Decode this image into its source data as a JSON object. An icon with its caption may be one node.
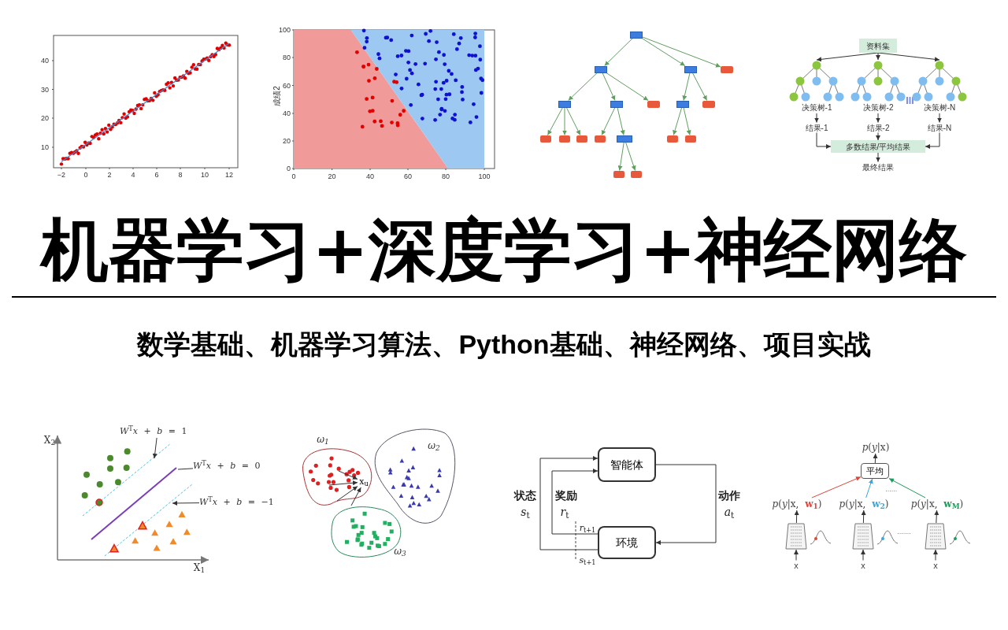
{
  "diagram": {
    "title": "机器学习+深度学习+神经网络",
    "nodes": [
      {
        "text": [],
        "shape": "box"
      },
      {
        "text": [],
        "shape": "box"
      },
      {
        "text": [],
        "shape": "box"
      },
      {
        "text": [],
        "shape": "box"
      },
      {
        "text": [],
        "shape": "box"
      },
      {
        "text": [],
        "shape": "box"
      },
      {
        "text": [],
        "shape": "box"
      },
      {
        "text": [],
        "shape": "box"
      },
      {
        "text": [],
        "shape": "box"
      },
      {
        "text": [],
        "shape": "box"
      },
      {
        "text": [],
        "shape": "box"
      },
      {
        "text": [],
        "shape": "box"
      },
      {
        "text": [],
        "shape": "box"
      },
      {
        "text": [],
        "shape": "box"
      },
      {
        "text": [],
        "shape": "box"
      },
      {
        "text": [],
        "shape": "box"
      },
      {
        "text": [],
        "shape": "box"
      },
      {
        "text": [],
        "shape": "box"
      },
      {
        "text": [
          "资料集"
        ]
      },
      {
        "text": [],
        "shape": "picture",
        "beside": [
          "决策树-1"
        ]
      },
      {
        "text": [],
        "shape": "picture",
        "beside": [
          "决策树-2"
        ]
      },
      {
        "text": [],
        "shape": "picture",
        "beside": [
          "决策树-N"
        ]
      },
      {
        "text": [
          "结果-1"
        ]
      },
      {
        "text": [
          "结果-2"
        ]
      },
      {
        "text": [
          "结果-N"
        ]
      },
      {
        "text": [
          "多数结果/平均结果"
        ]
      },
      {
        "text": [
          "最终结果"
        ]
      },
      {
        "text": [
          "*W*$^{T}$*x* + *b* = 1"
        ]
      },
      {
        "text": [
          "*W*$^{T}$*x* + *b* = 0"
        ]
      },
      {
        "text": [
          "*W*$^{T}$*x* + *b* = −1"
        ]
      },
      {
        "text": [
          "x$_{u}$"
        ]
      },
      {
        "text": [
          "智能体"
        ]
      },
      {
        "text": [
          "环境"
        ]
      },
      {
        "text": [
          "*p*(*y*|x)"
        ]
      },
      {
        "text": [
          "平均"
        ]
      },
      {
        "text": [
          "*p*(*y*|x, **w$_{1}$**)"
        ]
      },
      {
        "text": [
          "*p*(*y*|x, **w$_{2}$**)"
        ]
      },
      {
        "text": [
          "*p*(*y*|x, **w$_{M}$**)"
        ]
      },
      {
        "text": [],
        "shape": "picture"
      },
      {
        "text": [],
        "shape": "picture"
      },
      {
        "text": [],
        "shape": "picture"
      },
      {
        "text": [
          "x"
        ]
      },
      {
        "text": [
          "x"
        ]
      },
      {
        "text": [
          "x"
        ]
      }
    ],
    "edges": [
      {
        "from": 0,
        "to": 1,
        "arrow": "to",
        "color": "#5f9e5f"
      },
      {
        "from": 0,
        "to": 2,
        "arrow": "to",
        "color": "#5f9e5f"
      },
      {
        "from": 0,
        "to": 3,
        "arrow": "to",
        "color": "#5f9e5f"
      },
      {
        "from": 1,
        "to": 4,
        "arrow": "to",
        "color": "#5f9e5f"
      },
      {
        "from": 1,
        "to": 5,
        "arrow": "to",
        "color": "#5f9e5f"
      },
      {
        "from": 1,
        "to": 6,
        "arrow": "to",
        "color": "#5f9e5f"
      },
      {
        "from": 2,
        "to": 7,
        "arrow": "to",
        "color": "#5f9e5f"
      },
      {
        "from": 2,
        "to": 8,
        "arrow": "to",
        "color": "#5f9e5f"
      },
      {
        "from": 4,
        "to": 9,
        "arrow": "to",
        "color": "#5f9e5f"
      },
      {
        "from": 4,
        "to": 10,
        "arrow": "to",
        "color": "#5f9e5f"
      },
      {
        "from": 4,
        "to": 11,
        "arrow": "to",
        "color": "#5f9e5f"
      },
      {
        "from": 5,
        "to": 12,
        "arrow": "to",
        "color": "#5f9e5f"
      },
      {
        "from": 5,
        "to": 13,
        "arrow": "to",
        "color": "#5f9e5f"
      },
      {
        "from": 13,
        "to": 14,
        "arrow": "to",
        "color": "#5f9e5f"
      },
      {
        "from": 13,
        "to": 15,
        "arrow": "to",
        "color": "#5f9e5f"
      },
      {
        "from": 7,
        "to": 16,
        "arrow": "to",
        "color": "#5f9e5f"
      },
      {
        "from": 7,
        "to": 17,
        "arrow": "to",
        "color": "#5f9e5f"
      },
      {
        "from": 18,
        "to": 19,
        "arrow": "to"
      },
      {
        "from": 18,
        "to": 20,
        "arrow": "to"
      },
      {
        "from": 18,
        "to": 21,
        "arrow": "to"
      },
      {
        "from": 19,
        "to": 22,
        "arrow": "to"
      },
      {
        "from": 20,
        "to": 23,
        "arrow": "to"
      },
      {
        "from": 21,
        "to": 24,
        "arrow": "to"
      },
      {
        "from": 22,
        "to": 25,
        "arrow": "to"
      },
      {
        "from": 23,
        "to": 25,
        "arrow": "to"
      },
      {
        "from": 24,
        "to": 25,
        "arrow": "to"
      },
      {
        "from": 25,
        "to": 26,
        "arrow": "to"
      },
      {
        "from": 27,
        "to": null,
        "arrow": "to"
      },
      {
        "from": 28,
        "to": null,
        "arrow": "none"
      },
      {
        "from": 29,
        "to": null,
        "arrow": "to"
      },
      {
        "from": null,
        "to": 30,
        "arrow": "to"
      },
      {
        "from": null,
        "to": 30,
        "arrow": "to"
      },
      {
        "from": null,
        "to": 30,
        "arrow": "to"
      },
      {
        "from": null,
        "to": 30,
        "arrow": "to"
      },
      {
        "from": 31,
        "to": 32,
        "arrow": "to"
      },
      {
        "from": 32,
        "to": 31,
        "arrow": "to"
      },
      {
        "from": 32,
        "to": 31,
        "arrow": "to"
      },
      {
        "from": 34,
        "to": 33,
        "arrow": "to"
      },
      {
        "from": 35,
        "to": 34,
        "arrow": "to",
        "color": "#e0453a"
      },
      {
        "from": 36,
        "to": 34,
        "arrow": "to",
        "color": "#35a8e0"
      },
      {
        "from": 37,
        "to": 34,
        "arrow": "to",
        "color": "#1f9a5a"
      },
      {
        "from": 38,
        "to": 35,
        "arrow": "to"
      },
      {
        "from": 39,
        "to": 36,
        "arrow": "to"
      },
      {
        "from": 40,
        "to": 37,
        "arrow": "to"
      },
      {
        "from": 41,
        "to": 38,
        "arrow": "to"
      },
      {
        "from": 42,
        "to": 39,
        "arrow": "to"
      },
      {
        "from": 43,
        "to": 40,
        "arrow": "to"
      }
    ],
    "labels": [
      "40",
      "30",
      "20",
      "10",
      "−2",
      "0",
      "2",
      "4",
      "6",
      "8",
      "10",
      "12",
      "100",
      "80",
      "60",
      "40",
      "20",
      "0",
      "成绩2",
      "0",
      "20",
      "40",
      "60",
      "80",
      "100",
      "数学基础、机器学习算法、Python基础、神经网络、项目实战",
      "X$_{2}$",
      "X$_{1}$",
      "ω$_{1}$",
      "ω$_{2}$",
      "ω$_{3}$",
      "状态",
      "*s*$_{t}$",
      "奖励",
      "*r*$_{t}$",
      "*r*$_{t+1}$",
      "*s*$_{t+1}$",
      "动作",
      "*a*$_{t}$"
    ]
  }
}
